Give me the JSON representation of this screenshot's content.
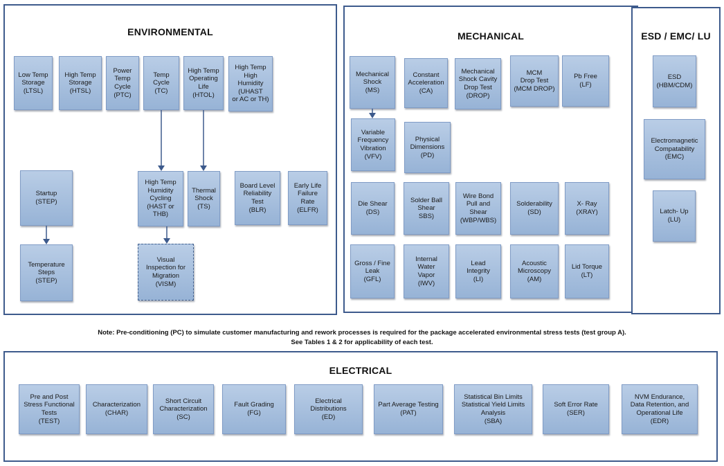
{
  "panels": {
    "environmental": "ENVIRONMENTAL",
    "mechanical": "MECHANICAL",
    "esd": "ESD / EMC/ LU",
    "electrical": "ELECTRICAL"
  },
  "note": {
    "line1": "Note:  Pre-conditioning (PC) to simulate customer manufacturing and rework processes is required for the package accelerated environmental stress tests (test group A).",
    "line2": "See Tables 1 & 2 for applicability of each test."
  },
  "tests": {
    "ltsl": "Low Temp\nStorage\n(LTSL)",
    "htsl": "High Temp\nStorage\n(HTSL)",
    "ptc": "Power\nTemp\nCycle\n(PTC)",
    "tc": "Temp\nCycle\n(TC)",
    "htol": "High Temp\nOperating\nLife\n(HTOL)",
    "uhast": "High Temp\nHigh\nHumidity\n(UHAST\nor AC or TH)",
    "step": "Startup\n(STEP)",
    "temp_steps": "Temperature\nSteps\n(STEP)",
    "hast": "High Temp\nHumidity\nCycling\n(HAST or\nTHB)",
    "vism": "Visual\nInspection for\nMigration\n(VISM)",
    "ts": "Thermal\nShock\n(TS)",
    "blr": "Board Level\nReliability\nTest\n(BLR)",
    "elfr": "Early Life\nFailure\nRate\n(ELFR)",
    "ms": "Mechanical\nShock\n(MS)",
    "ca": "Constant\nAcceleration\n(CA)",
    "drop": "Mechanical\nShock Cavity\nDrop Test\n(DROP)",
    "mcm_drop": "MCM\nDrop Test\n(MCM DROP)",
    "lf": "Pb Free\n(LF)",
    "vfv": "Variable\nFrequency\nVibration\n(VFV)",
    "pd": "Physical\nDimensions\n(PD)",
    "ds": "Die Shear\n(DS)",
    "sbs": "Solder Ball\nShear\nSBS)",
    "wbp": "Wire Bond\nPull and\nShear\n(WBP/WBS)",
    "sd": "Solderability\n(SD)",
    "xray": "X- Ray\n(XRAY)",
    "gfl": "Gross / Fine\nLeak\n(GFL)",
    "iwv": "Internal\nWater\nVapor\n(IWV)",
    "li": "Lead\nIntegrity\n(LI)",
    "am": "Acoustic\nMicroscopy\n(AM)",
    "lt": "Lid Torque\n(LT)",
    "esd": "ESD\n(HBM/CDM)",
    "emc": "Electromagnetic\nCompatability\n(EMC)",
    "lu": "Latch- Up\n(LU)",
    "test": "Pre and Post\nStress Functional\nTests\n(TEST)",
    "char": "Characterization\n(CHAR)",
    "sc": "Short Circuit\nCharacterization\n(SC)",
    "fg": "Fault Grading\n(FG)",
    "ed": "Electrical\nDistributions\n(ED)",
    "pat": "Part Average Testing\n(PAT)",
    "sba": "Statistical Bin Limits\nStatistical Yield Limits\nAnalysis\n(SBA)",
    "ser": "Soft Error Rate\n(SER)",
    "edr": "NVM Endurance,\nData Retention, and\nOperational Life\n(EDR)"
  },
  "colors": {
    "box_fill_top": "#b9cde6",
    "box_fill_bottom": "#97b3d6",
    "border": "#3d5a8c",
    "arrow": "#3d5a8c"
  }
}
